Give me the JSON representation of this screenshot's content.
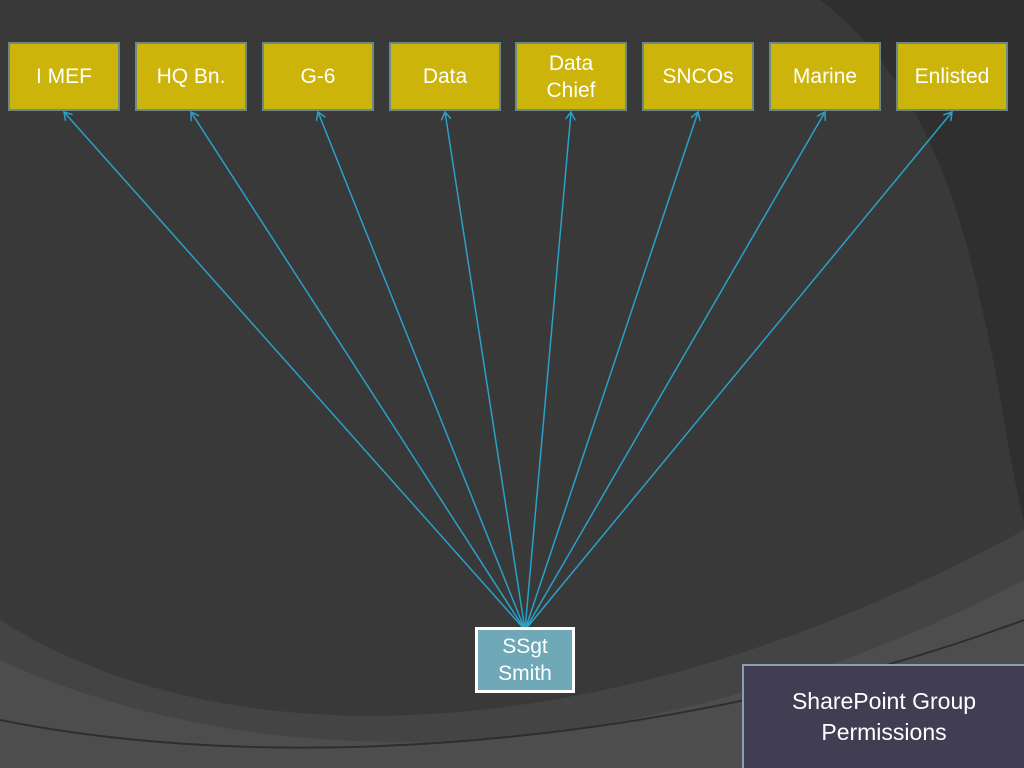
{
  "groups": [
    {
      "label": "I MEF"
    },
    {
      "label": "HQ Bn."
    },
    {
      "label": "G-6"
    },
    {
      "label": "Data"
    },
    {
      "label": "Data\nChief"
    },
    {
      "label": "SNCOs"
    },
    {
      "label": "Marine"
    },
    {
      "label": "Enlisted"
    }
  ],
  "user": {
    "label": "SSgt\nSmith"
  },
  "caption": {
    "text": "SharePoint Group\nPermissions"
  },
  "colors": {
    "group_fill": "#cdb40a",
    "connector": "#2aa1c9",
    "user_fill": "#6fa8b6",
    "caption_fill": "#413e54",
    "background": "#393939"
  }
}
